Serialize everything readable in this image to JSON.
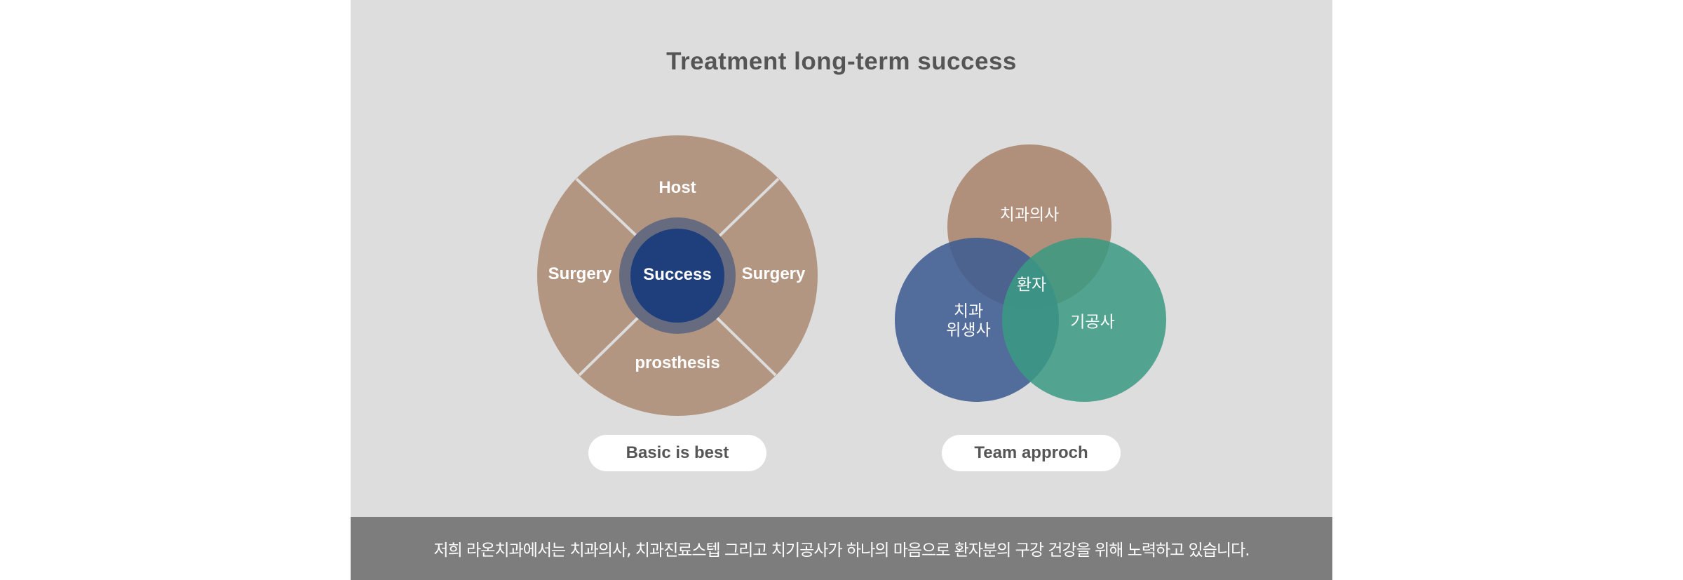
{
  "title": "Treatment long-term success",
  "colors": {
    "brown": "#b39681",
    "ring": "#676b80",
    "center": "#1f3f7c",
    "venn_top": "#b08f7b",
    "venn_left": "#4c6795",
    "venn_right": "#44a08a",
    "footer": "#7d7d7d"
  },
  "left_diagram": {
    "center": "Success",
    "top": "Host",
    "left": "Surgery",
    "right": "Surgery",
    "bottom": "prosthesis",
    "caption": "Basic is best"
  },
  "right_diagram": {
    "top": "치과의사",
    "left_line1": "치과",
    "left_line2": "위생사",
    "right": "기공사",
    "center": "환자",
    "caption": "Team approch"
  },
  "footer": "저희 라온치과에서는 치과의사, 치과진료스텝 그리고 치기공사가 하나의 마음으로 환자분의 구강 건강을 위해 노력하고 있습니다."
}
